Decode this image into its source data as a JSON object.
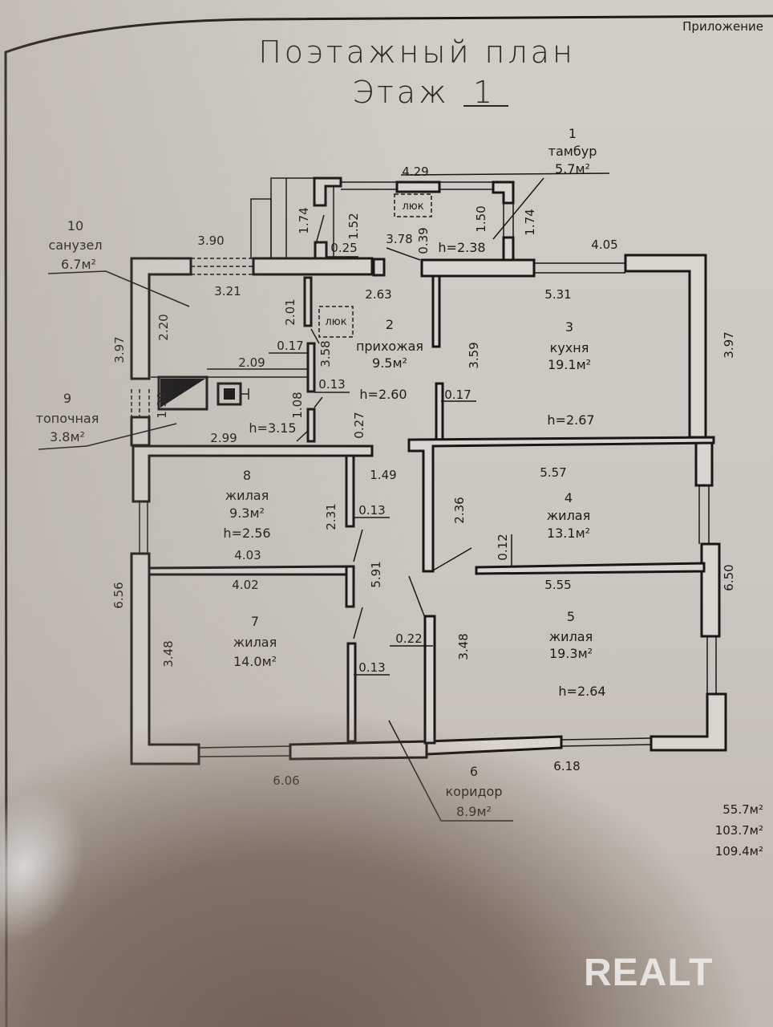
{
  "header": {
    "appendix": "Приложение",
    "title": "Поэтажный план",
    "floor_label": "Этаж",
    "floor_number": "1"
  },
  "rooms": [
    {
      "num": "1",
      "name": "тамбур",
      "area": "5.7м²"
    },
    {
      "num": "2",
      "name": "прихожая",
      "area": "9.5м²",
      "height": "h=2.60"
    },
    {
      "num": "3",
      "name": "кухня",
      "area": "19.1м²",
      "height": "h=2.67"
    },
    {
      "num": "4",
      "name": "жилая",
      "area": "13.1м²"
    },
    {
      "num": "5",
      "name": "жилая",
      "area": "19.3м²",
      "height": "h=2.64"
    },
    {
      "num": "6",
      "name": "коридор",
      "area": "8.9м²"
    },
    {
      "num": "7",
      "name": "жилая",
      "area": "14.0м²"
    },
    {
      "num": "8",
      "name": "жилая",
      "area": "9.3м²",
      "height": "h=2.56"
    },
    {
      "num": "9",
      "name": "топочная",
      "area": "3.8м²",
      "height": "h=3.15"
    },
    {
      "num": "10",
      "name": "санузел",
      "area": "6.7м²"
    }
  ],
  "tambour_height": "h=2.38",
  "hatch_label": "люк",
  "dimensions": {
    "d429": "4.29",
    "d174a": "1.74",
    "d152": "1.52",
    "d025": "0.25",
    "d378": "3.78",
    "d039": "0.39",
    "d150": "1.50",
    "d174b": "1.74",
    "d405": "4.05",
    "d390": "3.90",
    "d321": "3.21",
    "d263": "2.63",
    "d531": "5.31",
    "d397a": "3.97",
    "d220": "2.20",
    "d201": "2.01",
    "d017a": "0.17",
    "d358": "3.58",
    "d359": "3.59",
    "d397b": "3.97",
    "d209": "2.09",
    "d013a": "0.13",
    "d138": "1.38",
    "d108": "1.08",
    "d027": "0.27",
    "d017b": "0.17",
    "d299": "2.99",
    "d557": "5.57",
    "d149": "1.49",
    "d231": "2.31",
    "d013b": "0.13",
    "d236": "2.36",
    "d012": "0.12",
    "d403": "4.03",
    "d402": "4.02",
    "d591": "5.91",
    "d555": "5.55",
    "d650": "6.50",
    "d656": "6.56",
    "d348a": "3.48",
    "d022": "0.22",
    "d348b": "3.48",
    "d013c": "0.13",
    "d606": "6.06",
    "d618": "6.18"
  },
  "totals": [
    "55.7м²",
    "103.7м²",
    "109.4м²"
  ],
  "watermark": "REALT"
}
